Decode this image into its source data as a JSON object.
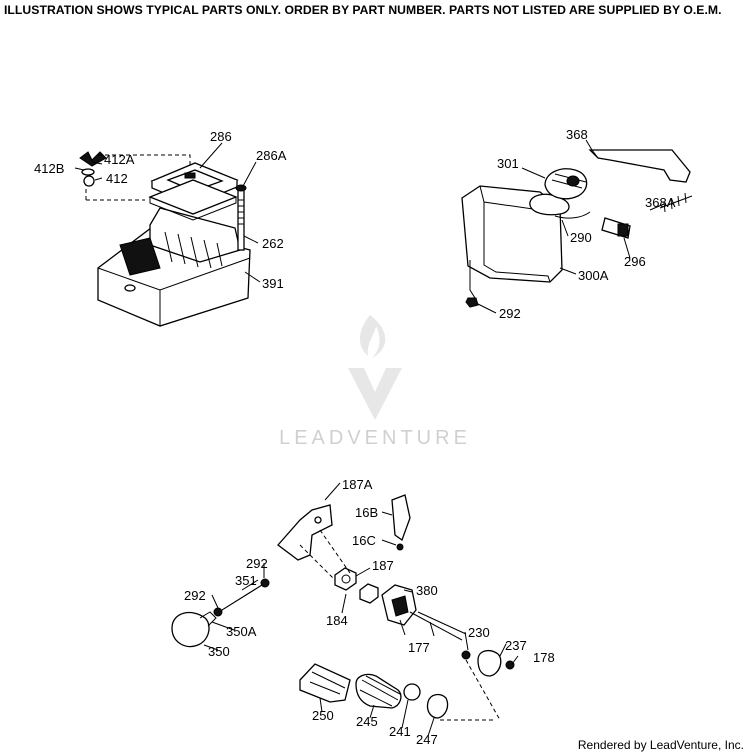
{
  "header": {
    "note": "ILLUSTRATION SHOWS TYPICAL PARTS ONLY.  ORDER BY PART NUMBER.  PARTS NOT LISTED ARE SUPPLIED BY O.E.M."
  },
  "watermark": {
    "text": "LEADVENTURE"
  },
  "footer": {
    "text": "Rendered by LeadVenture, Inc."
  },
  "parts": {
    "p286": "286",
    "p286A": "286A",
    "p262": "262",
    "p391": "391",
    "p412A": "412A",
    "p412B": "412B",
    "p412": "412",
    "p368": "368",
    "p301": "301",
    "p368A": "368A",
    "p290": "290",
    "p296": "296",
    "p300A": "300A",
    "p292a": "292",
    "p187A": "187A",
    "p16B": "16B",
    "p16C": "16C",
    "p187": "187",
    "p380": "380",
    "p184": "184",
    "p292b": "292",
    "p351": "351",
    "p292c": "292",
    "p350A": "350A",
    "p350": "350",
    "p177": "177",
    "p230": "230",
    "p237": "237",
    "p178": "178",
    "p250": "250",
    "p245": "245",
    "p241": "241",
    "p247": "247"
  }
}
